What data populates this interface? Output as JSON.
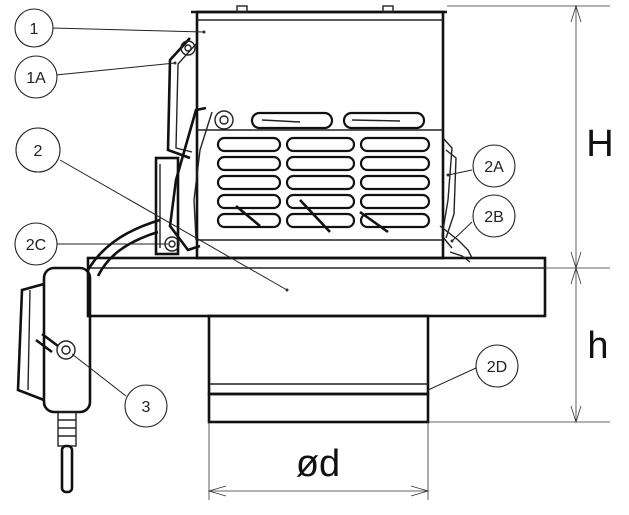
{
  "callouts": {
    "c1": "1",
    "c1a": "1A",
    "c2": "2",
    "c2a": "2A",
    "c2b": "2B",
    "c2c": "2C",
    "c2d": "2D",
    "c3": "3"
  },
  "dimensions": {
    "height_upper": "H",
    "height_lower": "h",
    "diameter": "ød"
  }
}
